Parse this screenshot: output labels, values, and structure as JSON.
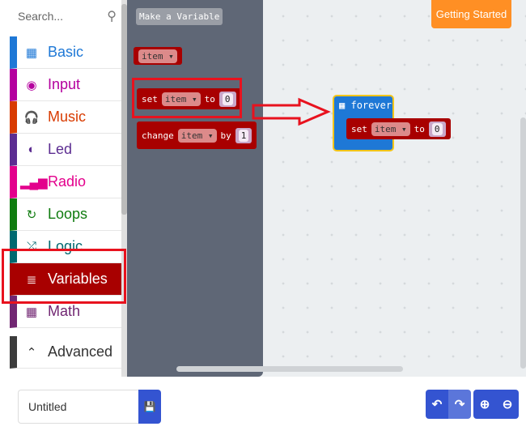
{
  "search": {
    "placeholder": "Search..."
  },
  "categories": [
    {
      "label": "Basic",
      "icon": "grid-icon",
      "glyph": "▦",
      "color": "#1e78d6"
    },
    {
      "label": "Input",
      "icon": "target-icon",
      "glyph": "◉",
      "color": "#b4009e"
    },
    {
      "label": "Music",
      "icon": "headphones-icon",
      "glyph": "🎧",
      "color": "#d83b01"
    },
    {
      "label": "Led",
      "icon": "toggle-icon",
      "glyph": "◐",
      "color": "#5c2d91"
    },
    {
      "label": "Radio",
      "icon": "signal-icon",
      "glyph": "▂▄▆",
      "color": "#e3008c"
    },
    {
      "label": "Loops",
      "icon": "refresh-icon",
      "glyph": "↻",
      "color": "#107c10"
    },
    {
      "label": "Logic",
      "icon": "shuffle-icon",
      "glyph": "⤮",
      "color": "#006970"
    },
    {
      "label": "Variables",
      "icon": "list-icon",
      "glyph": "≣",
      "color": "#a80000"
    },
    {
      "label": "Math",
      "icon": "calculator-icon",
      "glyph": "▦",
      "color": "#712672"
    }
  ],
  "advanced": {
    "label": "Advanced",
    "glyph": "⌃"
  },
  "flyout": {
    "make_variable": "Make a Variable",
    "var_name": "item",
    "set": "set",
    "to": "to",
    "set_value": "0",
    "change": "change",
    "by": "by",
    "change_value": "1"
  },
  "workspace": {
    "forever": "forever",
    "set": "set",
    "var": "item",
    "to": "to",
    "value": "0"
  },
  "getting_started": "Getting Started",
  "project_name": "Untitled",
  "dropdown_arrow": "▾"
}
